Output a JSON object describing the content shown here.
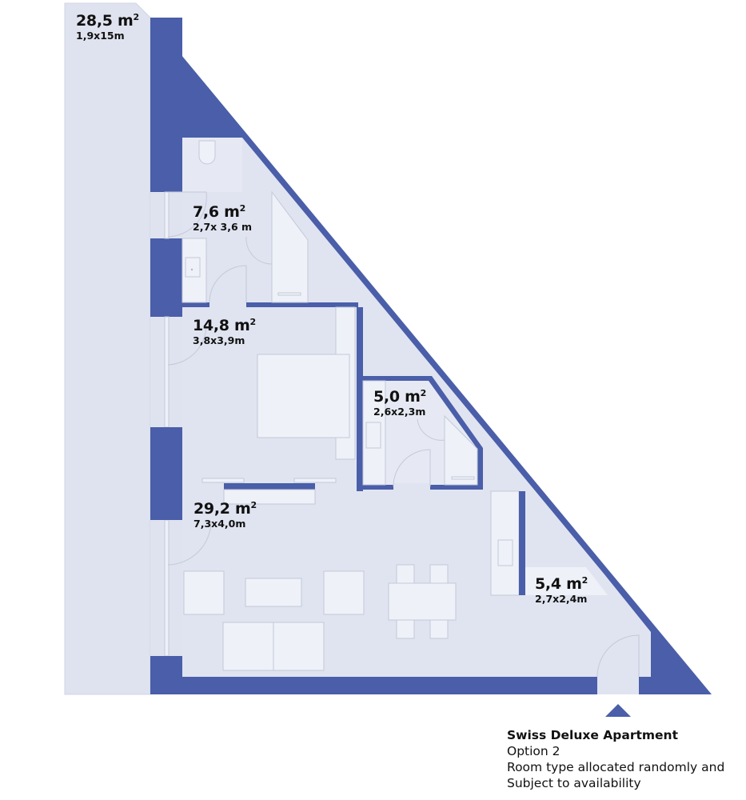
{
  "colors": {
    "wall": "#4a5ea9",
    "floor": "#e0e4f0",
    "terrace": "#dfe3ef",
    "furniture": "#eef1f8",
    "stroke": "#c4c9d9",
    "text": "#111111"
  },
  "rooms": [
    {
      "id": "terrace",
      "area": "28,5 m",
      "unit_sup": "2",
      "dims": "1,9x15m"
    },
    {
      "id": "bathroom",
      "area": "7,6 m",
      "unit_sup": "2",
      "dims": "2,7x 3,6 m"
    },
    {
      "id": "bedroom",
      "area": "14,8 m",
      "unit_sup": "2",
      "dims": "3,8x3,9m"
    },
    {
      "id": "shower-room",
      "area": "5,0 m",
      "unit_sup": "2",
      "dims": "2,6x2,3m"
    },
    {
      "id": "living-room",
      "area": "29,2 m",
      "unit_sup": "2",
      "dims": "7,3x4,0m"
    },
    {
      "id": "entrance",
      "area": "5,4 m",
      "unit_sup": "2",
      "dims": "2,7x2,4m"
    }
  ],
  "entrance_marker": "entrance-arrow",
  "caption": {
    "title": "Swiss Deluxe Apartment",
    "option": "Option 2",
    "note_line1": "Room type allocated randomly and",
    "note_line2": "Subject to availability"
  }
}
